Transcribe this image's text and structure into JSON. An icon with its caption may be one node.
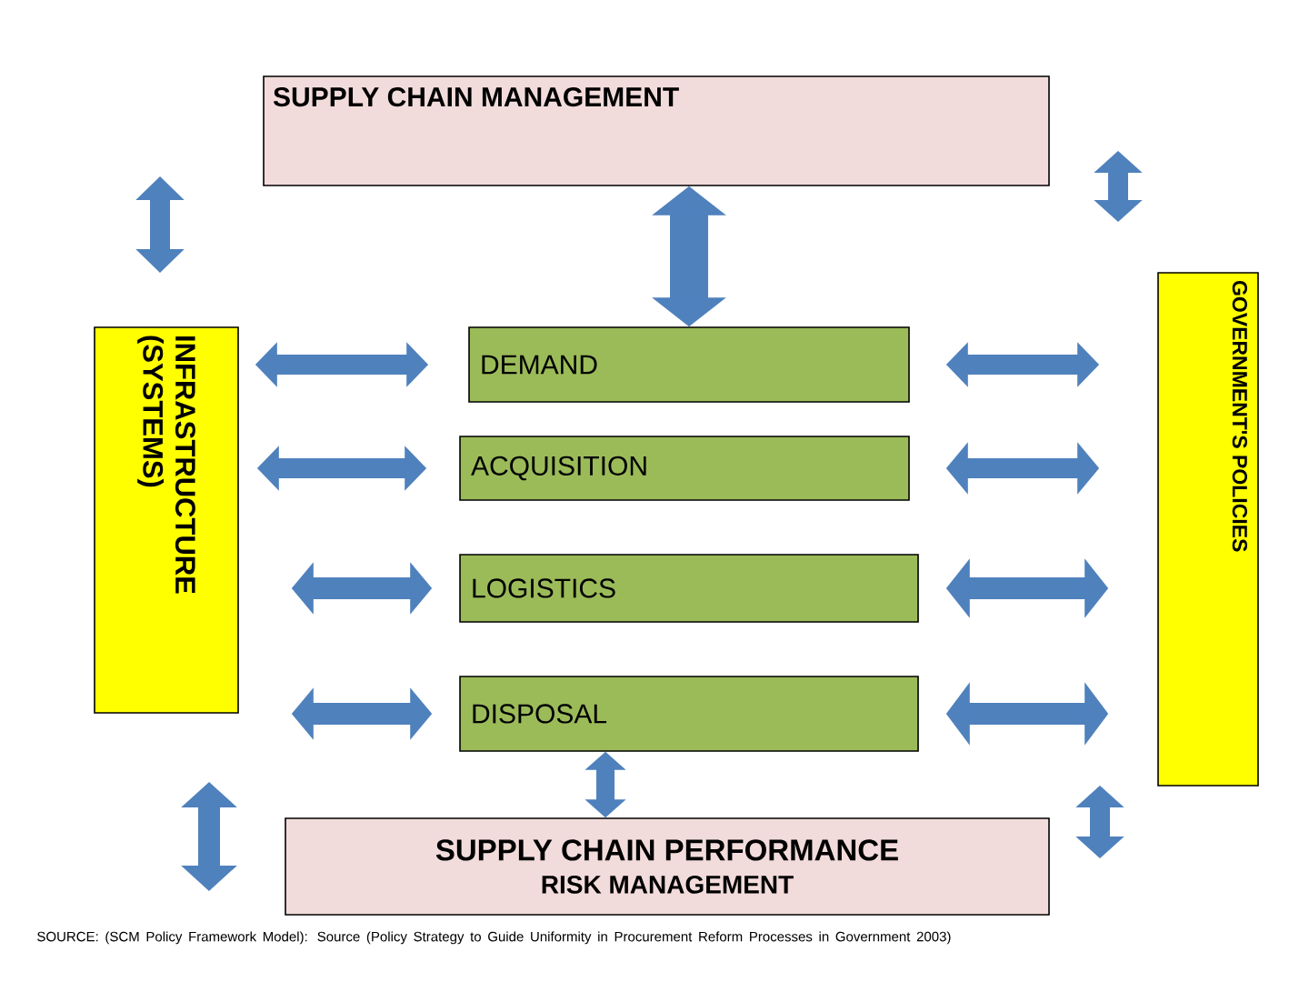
{
  "diagram": {
    "nodes": [
      {
        "text": [
          "SUPPLY CHAIN MANAGEMENT"
        ]
      },
      {
        "text": [
          "INFRASTRUCTURE (SYSTEMS)"
        ]
      },
      {
        "text": [
          "GOVERNMENT'S POLICIES"
        ]
      },
      {
        "text": [
          "DEMAND"
        ]
      },
      {
        "text": [
          "ACQUISITION"
        ]
      },
      {
        "text": [
          "LOGISTICS"
        ]
      },
      {
        "text": [
          "DISPOSAL"
        ]
      },
      {
        "text": [
          "SUPPLY CHAIN PERFORMANCE",
          "RISK MANAGEMENT"
        ]
      }
    ],
    "edges": [
      {
        "from": 0,
        "to": 3,
        "arrow": "both",
        "style": "thick"
      },
      {
        "from": 1,
        "to": 3,
        "arrow": "both"
      },
      {
        "from": 1,
        "to": 4,
        "arrow": "both"
      },
      {
        "from": 1,
        "to": 5,
        "arrow": "both"
      },
      {
        "from": 1,
        "to": 6,
        "arrow": "both"
      },
      {
        "from": 3,
        "to": 2,
        "arrow": "both"
      },
      {
        "from": 4,
        "to": 2,
        "arrow": "both"
      },
      {
        "from": 5,
        "to": 2,
        "arrow": "both"
      },
      {
        "from": 6,
        "to": 2,
        "arrow": "both"
      },
      {
        "from": 6,
        "to": 7,
        "arrow": "both"
      }
    ],
    "labels": [
      "SOURCE: (SCM Policy Framework Model): Source (Policy Strategy to Guide Uniformity in Procurement Reform Processes in Government 2003)"
    ]
  }
}
